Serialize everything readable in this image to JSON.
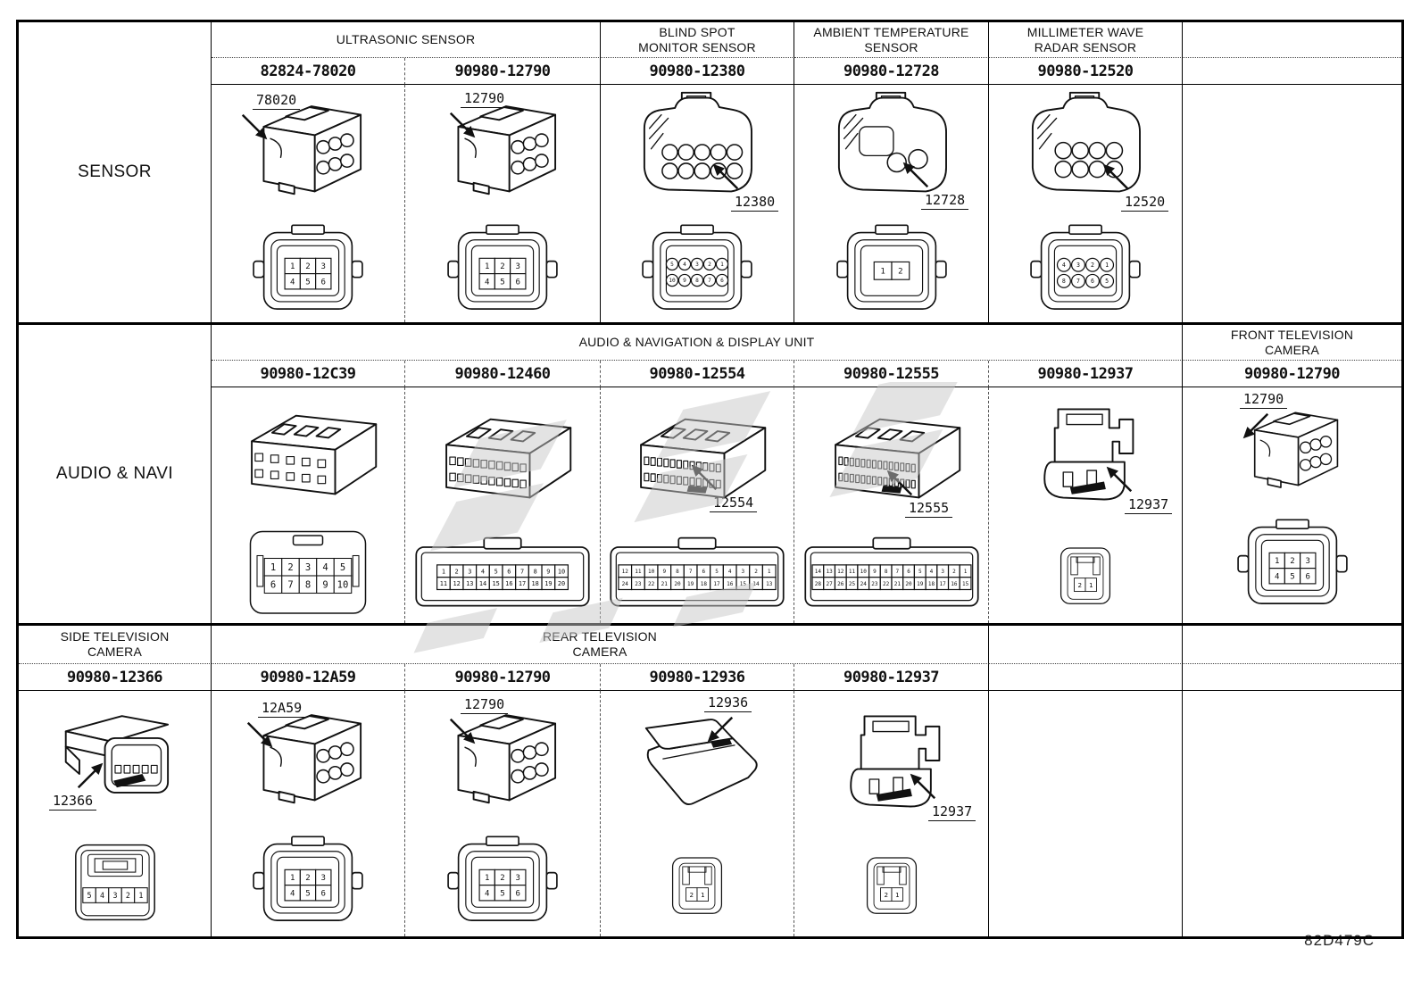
{
  "page": {
    "footer_code": "82D479C"
  },
  "colors": {
    "ink": "#111111",
    "watermark": "#c7c7c7"
  },
  "row_labels": {
    "g1": "SENSOR",
    "g2": "AUDIO & NAVI"
  },
  "g1": {
    "headers": {
      "ultrasonic": "ULTRASONIC SENSOR",
      "blind_1": "BLIND SPOT",
      "blind_2": "MONITOR SENSOR",
      "ambient_1": "AMBIENT TEMPERATURE",
      "ambient_2": "SENSOR",
      "mmwave_1": "MILLIMETER WAVE",
      "mmwave_2": "RADAR SENSOR"
    },
    "part_numbers": {
      "c1": "82824-78020",
      "c2": "90980-12790",
      "c3": "90980-12380",
      "c4": "90980-12728",
      "c5": "90980-12520"
    },
    "cells": {
      "c1": {
        "callout": "78020",
        "iso": {
          "type": "cube6"
        },
        "face": {
          "shell": "ears",
          "kind": "grid",
          "pins": [
            [
              "1",
              "2",
              "3"
            ],
            [
              "4",
              "5",
              "6"
            ]
          ]
        }
      },
      "c2": {
        "callout": "12790",
        "iso": {
          "type": "cube6"
        },
        "face": {
          "shell": "ears",
          "kind": "grid",
          "pins": [
            [
              "1",
              "2",
              "3"
            ],
            [
              "4",
              "5",
              "6"
            ]
          ]
        }
      },
      "c3": {
        "callout": "12380",
        "iso": {
          "type": "barrel",
          "pins": 10
        },
        "face": {
          "shell": "ears",
          "kind": "circles",
          "pins": [
            [
              "5",
              "4",
              "3",
              "2",
              "1"
            ],
            [
              "10",
              "9",
              "8",
              "7",
              "6"
            ]
          ]
        }
      },
      "c4": {
        "callout": "12728",
        "iso": {
          "type": "barrel",
          "pins": 2
        },
        "face": {
          "shell": "ears",
          "kind": "grid",
          "pins": [
            [
              "1",
              "2"
            ]
          ]
        }
      },
      "c5": {
        "callout": "12520",
        "iso": {
          "type": "barrel",
          "pins": 8
        },
        "face": {
          "shell": "ears",
          "kind": "circles",
          "pins": [
            [
              "4",
              "3",
              "2",
              "1"
            ],
            [
              "8",
              "7",
              "6",
              "5"
            ]
          ]
        }
      }
    }
  },
  "g2": {
    "headers": {
      "audio": "AUDIO & NAVIGATION & DISPLAY UNIT",
      "front_1": "FRONT TELEVISION",
      "front_2": "CAMERA"
    },
    "part_numbers": {
      "c1": "90980-12C39",
      "c2": "90980-12460",
      "c3": "90980-12554",
      "c4": "90980-12555",
      "c5": "90980-12937",
      "c6": "90980-12790"
    },
    "cells": {
      "c1": {
        "iso": {
          "type": "wide",
          "cols": 5
        },
        "face": {
          "shell": "plain",
          "kind": "grid",
          "pins": [
            [
              "1",
              "2",
              "3",
              "4",
              "5"
            ],
            [
              "6",
              "7",
              "8",
              "9",
              "10"
            ]
          ]
        }
      },
      "c2": {
        "iso": {
          "type": "wide",
          "cols": 10
        },
        "face": {
          "shell": "wide",
          "kind": "grid",
          "pins": [
            [
              "1",
              "2",
              "3",
              "4",
              "5",
              "6",
              "7",
              "8",
              "9",
              "10"
            ],
            [
              "11",
              "12",
              "13",
              "14",
              "15",
              "16",
              "17",
              "18",
              "19",
              "20"
            ]
          ]
        }
      },
      "c3": {
        "callout": "12554",
        "iso": {
          "type": "wide",
          "cols": 12,
          "mark": true
        },
        "face": {
          "shell": "wide",
          "kind": "grid",
          "pins": [
            [
              "12",
              "11",
              "10",
              "9",
              "8",
              "7",
              "6",
              "5",
              "4",
              "3",
              "2",
              "1"
            ],
            [
              "24",
              "23",
              "22",
              "21",
              "20",
              "19",
              "18",
              "17",
              "16",
              "15",
              "14",
              "13"
            ]
          ]
        }
      },
      "c4": {
        "callout": "12555",
        "iso": {
          "type": "wide",
          "cols": 14,
          "mark": true
        },
        "face": {
          "shell": "wide",
          "kind": "grid",
          "pins": [
            [
              "14",
              "13",
              "12",
              "11",
              "10",
              "9",
              "8",
              "7",
              "6",
              "5",
              "4",
              "3",
              "2",
              "1"
            ],
            [
              "28",
              "27",
              "26",
              "25",
              "24",
              "23",
              "22",
              "21",
              "20",
              "19",
              "18",
              "17",
              "16",
              "15"
            ]
          ]
        }
      },
      "c5": {
        "callout": "12937",
        "iso": {
          "type": "tall"
        },
        "face": {
          "shell": "small",
          "kind": "grid",
          "pins": [
            [
              "2",
              "1"
            ]
          ]
        }
      },
      "c6": {
        "callout": "12790",
        "iso": {
          "type": "cube6"
        },
        "face": {
          "shell": "ears",
          "kind": "grid",
          "pins": [
            [
              "1",
              "2",
              "3"
            ],
            [
              "4",
              "5",
              "6"
            ]
          ]
        }
      }
    }
  },
  "g3": {
    "headers": {
      "side_1": "SIDE TELEVISION",
      "side_2": "CAMERA",
      "rear_1": "REAR TELEVISION",
      "rear_2": "CAMERA"
    },
    "part_numbers": {
      "c1": "90980-12366",
      "c2": "90980-12A59",
      "c3": "90980-12790",
      "c4": "90980-12936",
      "c5": "90980-12937"
    },
    "cells": {
      "c1": {
        "callout": "12366",
        "iso": {
          "type": "boxcam"
        },
        "face": {
          "shell": "cam",
          "kind": "grid",
          "pins": [
            [
              "5",
              "4",
              "3",
              "2",
              "1"
            ]
          ]
        }
      },
      "c2": {
        "callout": "12A59",
        "iso": {
          "type": "cube6"
        },
        "face": {
          "shell": "ears",
          "kind": "grid",
          "pins": [
            [
              "1",
              "2",
              "3"
            ],
            [
              "4",
              "5",
              "6"
            ]
          ]
        }
      },
      "c3": {
        "callout": "12790",
        "iso": {
          "type": "cube6"
        },
        "face": {
          "shell": "ears",
          "kind": "grid",
          "pins": [
            [
              "1",
              "2",
              "3"
            ],
            [
              "4",
              "5",
              "6"
            ]
          ]
        }
      },
      "c4": {
        "callout": "12936",
        "iso": {
          "type": "long"
        },
        "face": {
          "shell": "small",
          "kind": "grid",
          "pins": [
            [
              "2",
              "1"
            ]
          ]
        }
      },
      "c5": {
        "callout": "12937",
        "iso": {
          "type": "tall"
        },
        "face": {
          "shell": "small",
          "kind": "grid",
          "pins": [
            [
              "2",
              "1"
            ]
          ]
        }
      }
    }
  }
}
